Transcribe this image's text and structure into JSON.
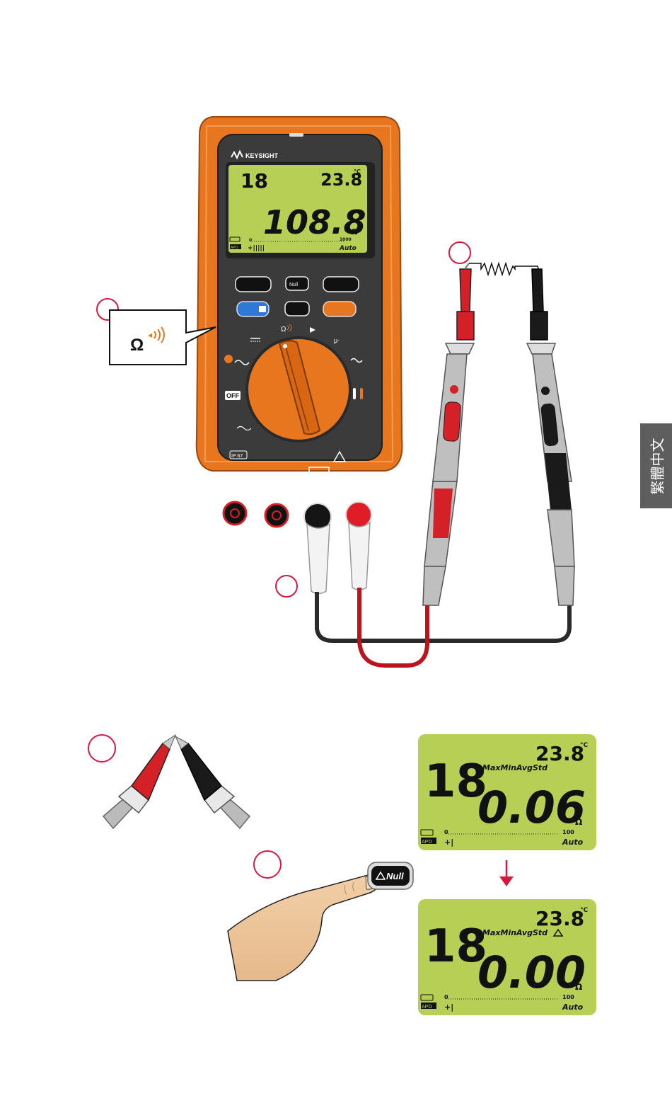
{
  "brand": "KEYSIGHT",
  "side_tab_label": "繁體中文",
  "callout_symbol": "Ω",
  "main_display": {
    "temperature": "23.8",
    "temperature_unit": "°C",
    "reading": "108.8",
    "unit": "Ω",
    "scale_start": "0",
    "scale_end": "1000",
    "range_mode": "Auto",
    "apo": "APO"
  },
  "buttons": {
    "null_label": "Null"
  },
  "dial_labels": {
    "off": "OFF",
    "ip": "IP 67",
    "mu": "μ·",
    "ohm": "Ω"
  },
  "display_before_null": {
    "temperature": "23.8",
    "temperature_unit": "°C",
    "reading": "0.06",
    "unit": "Ω",
    "scale_start": "0",
    "scale_end": "100",
    "range_mode": "Auto",
    "apo": "APO",
    "ghost_text": "MaxMinAvgStd"
  },
  "display_after_null": {
    "temperature": "23.8",
    "temperature_unit": "°C",
    "reading": "0.00",
    "unit": "Ω",
    "scale_start": "0",
    "scale_end": "100",
    "range_mode": "Auto",
    "apo": "APO",
    "ghost_text": "MaxMinAvgStd"
  },
  "null_button_label": "Null",
  "colors": {
    "meter_orange": "#e8761f",
    "meter_body": "#3b3b3b",
    "lcd_green": "#b7cf55",
    "probe_red": "#d42027",
    "marker_red": "#d7193f"
  }
}
